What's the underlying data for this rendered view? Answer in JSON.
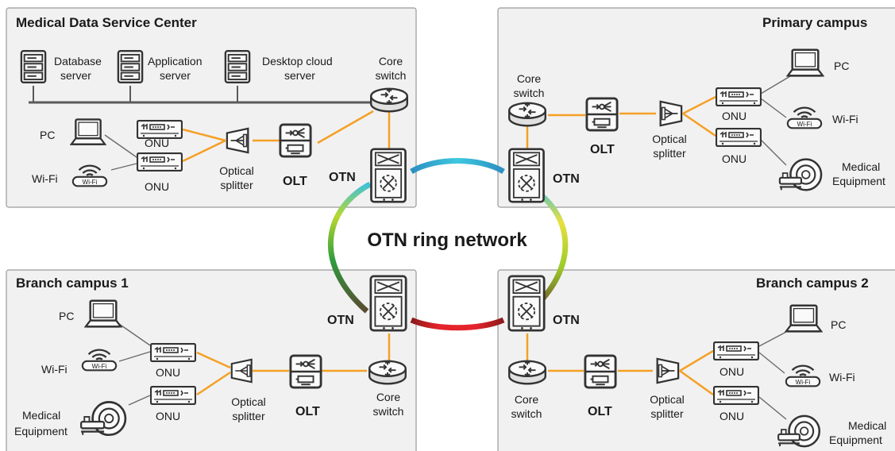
{
  "regions": {
    "mdsc": {
      "title": "Medical Data Service Center",
      "database_server": [
        "Database",
        "server"
      ],
      "application_server": [
        "Application",
        "server"
      ],
      "desktop_cloud_server": [
        "Desktop cloud",
        "server"
      ],
      "core_switch": [
        "Core",
        "switch"
      ],
      "pc": "PC",
      "wifi": "Wi-Fi",
      "onu": "ONU",
      "optical_splitter": [
        "Optical",
        "splitter"
      ],
      "olt": "OLT",
      "otn": "OTN"
    },
    "primary": {
      "title": "Primary campus",
      "core_switch": [
        "Core",
        "switch"
      ],
      "olt": "OLT",
      "optical_splitter": [
        "Optical",
        "splitter"
      ],
      "onu": "ONU",
      "pc": "PC",
      "wifi": "Wi-Fi",
      "medical_equipment": [
        "Medical",
        "Equipment"
      ],
      "otn": "OTN"
    },
    "branch1": {
      "title": "Branch campus 1",
      "pc": "PC",
      "wifi": "Wi-Fi",
      "medical_equipment": [
        "Medical",
        "Equipment"
      ],
      "onu": "ONU",
      "optical_splitter": [
        "Optical",
        "splitter"
      ],
      "olt": "OLT",
      "core_switch": [
        "Core",
        "switch"
      ],
      "otn": "OTN"
    },
    "branch2": {
      "title": "Branch campus 2",
      "core_switch": [
        "Core",
        "switch"
      ],
      "olt": "OLT",
      "optical_splitter": [
        "Optical",
        "splitter"
      ],
      "onu": "ONU",
      "pc": "PC",
      "wifi": "Wi-Fi",
      "medical_equipment": [
        "Medical",
        "Equipment"
      ],
      "otn": "OTN"
    }
  },
  "ring_label": "OTN ring network",
  "wifi_badge": "Wi-Fi",
  "colors": {
    "panel_fill": "#f1f1f1",
    "panel_border": "#9a9a9a",
    "fiber": "#f5a025",
    "copper": "#6b6b6b",
    "ring_top": "#29b6dc",
    "ring_right": "#9ccc2a",
    "ring_left": "#2e9c3e",
    "ring_bottom": "#e5232b"
  }
}
